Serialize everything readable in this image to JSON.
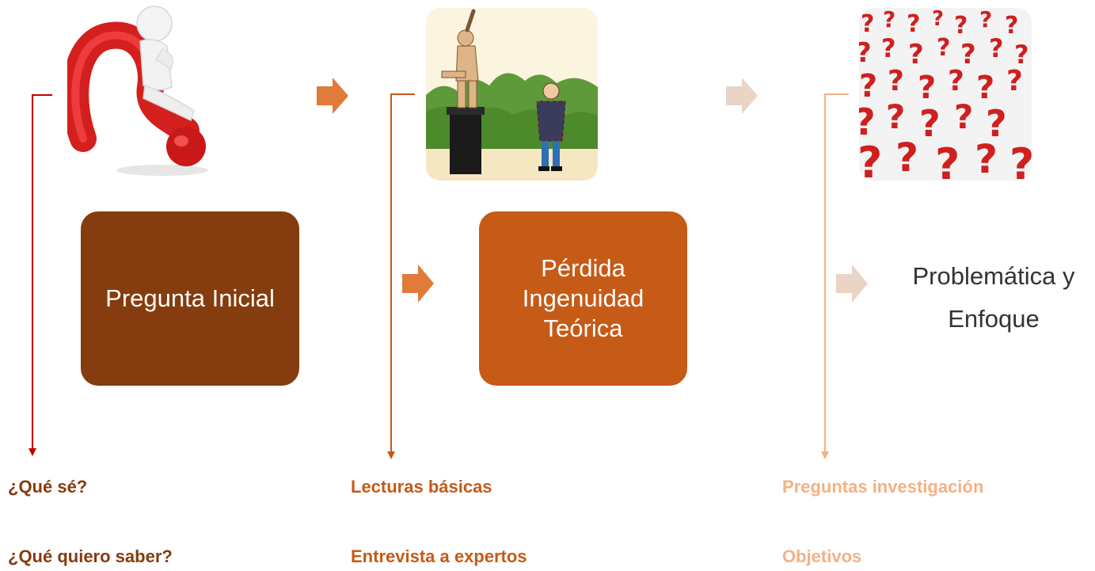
{
  "colors": {
    "stage_1": "#853c0e",
    "stage_2": "#c65a17",
    "stage_3": "#f4b183",
    "arrow_strong": "#e07b3a",
    "arrow_faded": "#ead4c6",
    "connector_1": "#c00000",
    "connector_2": "#c65a17",
    "connector_3": "#f4b183"
  },
  "stages": [
    {
      "box_text": "Pregunta Inicial",
      "picture": "person-sitting-on-question-mark",
      "labels": [
        "¿Qué sé?",
        "¿Qué quiero saber?"
      ]
    },
    {
      "box_lines": [
        "Pérdida",
        "Ingenuidad",
        "Teórica"
      ],
      "picture": "man-looking-up-at-statue-cartoon",
      "labels": [
        "Lecturas básicas",
        "Entrevista a expertos"
      ]
    },
    {
      "text_lines": [
        "Problemática y",
        "Enfoque"
      ],
      "picture": "many-red-question-marks",
      "labels": [
        "Preguntas investigación",
        "Objetivos"
      ]
    }
  ]
}
